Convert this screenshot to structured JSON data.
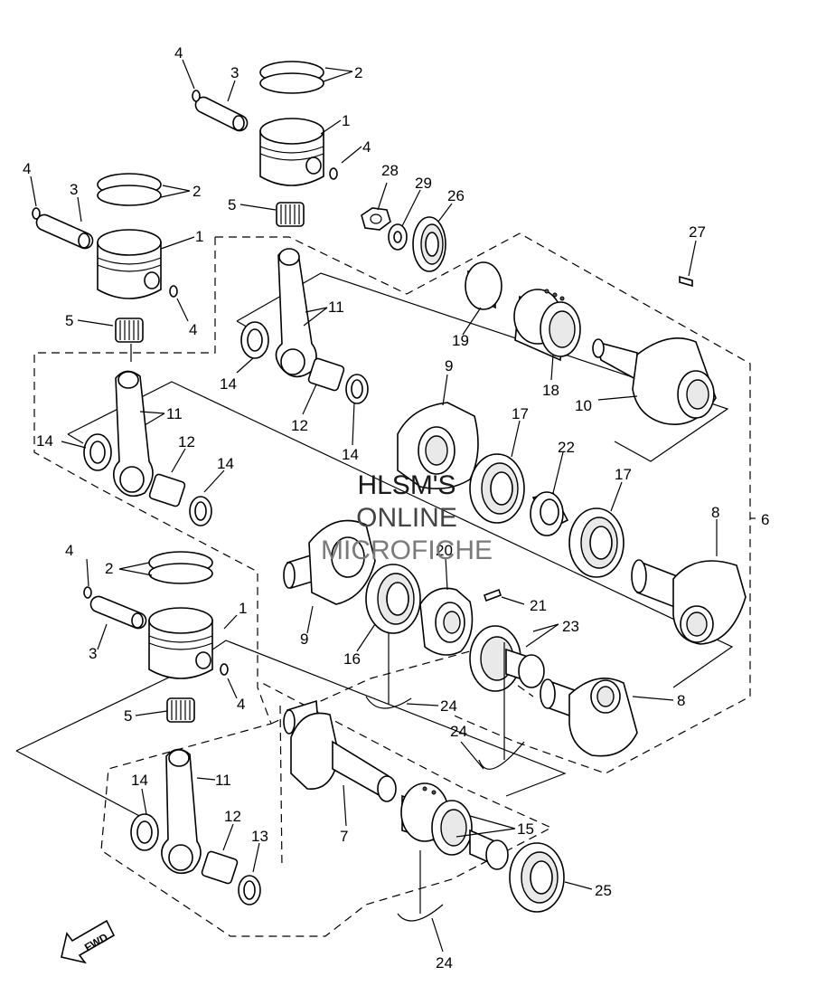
{
  "watermark": {
    "line1": "HLSM'S",
    "line2": "ONLINE",
    "line3": "MICROFICHE",
    "line1_color": "#1a1a1a",
    "line2_color": "#444444",
    "line3_color": "#7a7a7a"
  },
  "fwd_label": "FWD",
  "callouts": [
    {
      "id": "c4a",
      "label": "4"
    },
    {
      "id": "c3a",
      "label": "3"
    },
    {
      "id": "c2a",
      "label": "2"
    },
    {
      "id": "c1a",
      "label": "1"
    },
    {
      "id": "c4b",
      "label": "4"
    },
    {
      "id": "c5a",
      "label": "5"
    },
    {
      "id": "c4c",
      "label": "4"
    },
    {
      "id": "c3b",
      "label": "3"
    },
    {
      "id": "c2b",
      "label": "2"
    },
    {
      "id": "c1b",
      "label": "1"
    },
    {
      "id": "c5b",
      "label": "5"
    },
    {
      "id": "c4d",
      "label": "4"
    },
    {
      "id": "c28",
      "label": "28"
    },
    {
      "id": "c29",
      "label": "29"
    },
    {
      "id": "c26",
      "label": "26"
    },
    {
      "id": "c27",
      "label": "27"
    },
    {
      "id": "c11a",
      "label": "11"
    },
    {
      "id": "c19",
      "label": "19"
    },
    {
      "id": "c14a",
      "label": "14"
    },
    {
      "id": "c12a",
      "label": "12"
    },
    {
      "id": "c14b",
      "label": "14"
    },
    {
      "id": "c9a",
      "label": "9"
    },
    {
      "id": "c18",
      "label": "18"
    },
    {
      "id": "c10",
      "label": "10"
    },
    {
      "id": "c11b",
      "label": "11"
    },
    {
      "id": "c14c",
      "label": "14"
    },
    {
      "id": "c12b",
      "label": "12"
    },
    {
      "id": "c14d",
      "label": "14"
    },
    {
      "id": "c17a",
      "label": "17"
    },
    {
      "id": "c22",
      "label": "22"
    },
    {
      "id": "c17b",
      "label": "17"
    },
    {
      "id": "c8a",
      "label": "8"
    },
    {
      "id": "c6",
      "label": "6"
    },
    {
      "id": "c20",
      "label": "20"
    },
    {
      "id": "c21",
      "label": "21"
    },
    {
      "id": "c4e",
      "label": "4"
    },
    {
      "id": "c2c",
      "label": "2"
    },
    {
      "id": "c1c",
      "label": "1"
    },
    {
      "id": "c3c",
      "label": "3"
    },
    {
      "id": "c9b",
      "label": "9"
    },
    {
      "id": "c16",
      "label": "16"
    },
    {
      "id": "c23",
      "label": "23"
    },
    {
      "id": "c4f",
      "label": "4"
    },
    {
      "id": "c5c",
      "label": "5"
    },
    {
      "id": "c24a",
      "label": "24"
    },
    {
      "id": "c8b",
      "label": "8"
    },
    {
      "id": "c24b",
      "label": "24"
    },
    {
      "id": "c11c",
      "label": "11"
    },
    {
      "id": "c14e",
      "label": "14"
    },
    {
      "id": "c7",
      "label": "7"
    },
    {
      "id": "c15",
      "label": "15"
    },
    {
      "id": "c12c",
      "label": "12"
    },
    {
      "id": "c13",
      "label": "13"
    },
    {
      "id": "c25",
      "label": "25"
    },
    {
      "id": "c24c",
      "label": "24"
    }
  ]
}
